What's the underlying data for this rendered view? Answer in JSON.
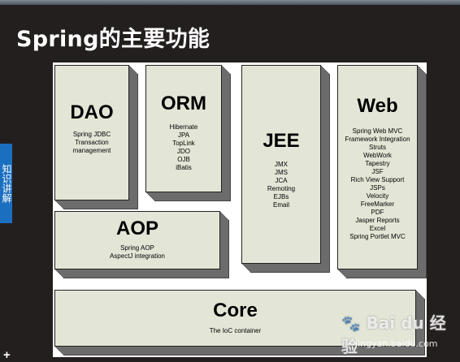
{
  "slide": {
    "title": "Spring的主要功能",
    "side_tab_label": "知识讲解",
    "corner_symbol": "+"
  },
  "diagram": {
    "dao": {
      "title": "DAO",
      "description": "Spring JDBC Transaction management"
    },
    "orm": {
      "title": "ORM",
      "items": [
        "Hibernate",
        "JPA",
        "TopLink",
        "JDO",
        "OJB",
        "iBatis"
      ]
    },
    "jee": {
      "title": "JEE",
      "items": [
        "JMX",
        "JMS",
        "JCA",
        "Remoting",
        "EJBs",
        "Email"
      ]
    },
    "web": {
      "title": "Web",
      "items": [
        "Spring Web MVC",
        "Framework Integration",
        "Struts",
        "WebWork",
        "Tapestry",
        "JSF",
        "Rich View Support",
        "JSPs",
        "Velocity",
        "FreeMarker",
        "PDF",
        "Jasper Reports",
        "Excel",
        "Spring Portlet MVC"
      ]
    },
    "aop": {
      "title": "AOP",
      "items": [
        "Spring AOP",
        "AspectJ integration"
      ]
    },
    "core": {
      "title": "Core",
      "description": "The IoC container"
    }
  },
  "watermark": {
    "logo_text": "Bai du 经验",
    "url": "jingyan.baidu.com"
  },
  "colors": {
    "background": "#241f1f",
    "box_face": "#e3e6d6",
    "box_depth": "#6c6c6c",
    "side_tab": "#1b6fc1"
  }
}
